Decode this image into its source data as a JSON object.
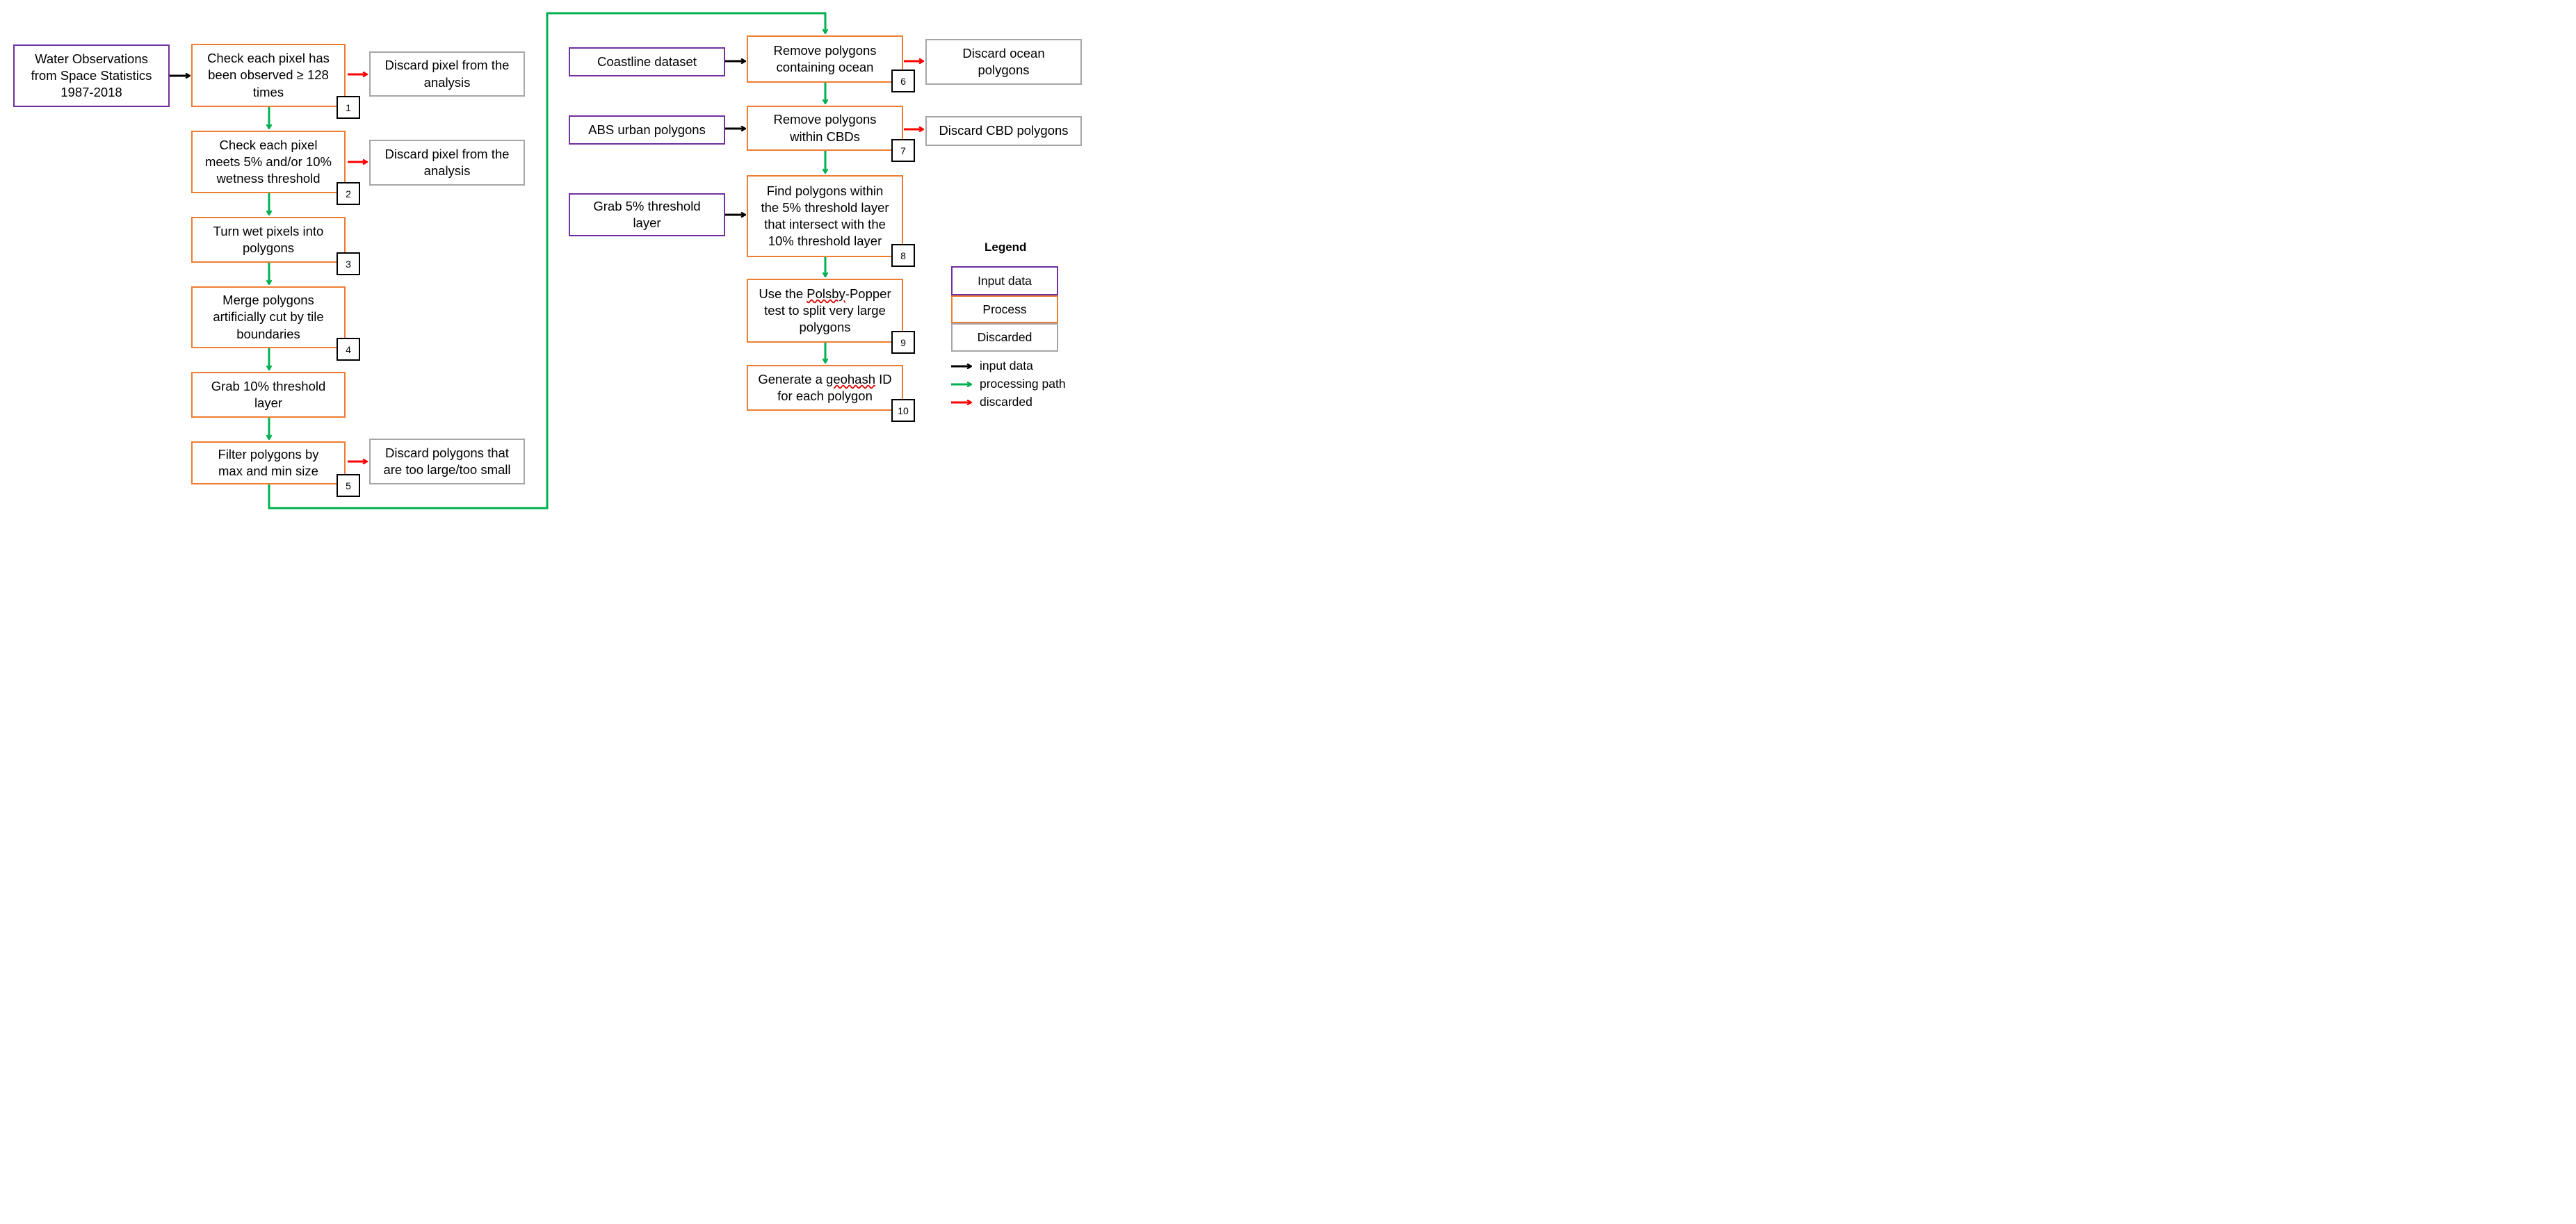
{
  "inputs": {
    "wofs": "Water Observations\nfrom Space Statistics\n1987-2018",
    "coastline": "Coastline dataset",
    "abs": "ABS urban polygons",
    "grab5": "Grab 5% threshold\nlayer"
  },
  "steps": [
    {
      "text": "Check each pixel has\nbeen observed ≥ 128\ntimes",
      "number": "1"
    },
    {
      "text": "Check each pixel\nmeets 5% and/or 10%\nwetness threshold",
      "number": "2"
    },
    {
      "text": "Turn wet pixels into\npolygons",
      "number": "3"
    },
    {
      "text": "Merge polygons\nartificially cut by tile\nboundaries",
      "number": "4"
    },
    {
      "text": "Grab 10% threshold\nlayer",
      "number": ""
    },
    {
      "text": "Filter polygons by\nmax and min size",
      "number": "5"
    },
    {
      "text": "Remove polygons\ncontaining ocean",
      "number": "6"
    },
    {
      "text": "Remove polygons\nwithin CBDs",
      "number": "7"
    },
    {
      "text": "Find polygons within\nthe 5% threshold layer\nthat intersect with the\n10% threshold layer",
      "number": "8"
    },
    {
      "text_before": "Use the ",
      "text_flagged": "Polsby",
      "text_after": "-Popper\ntest to split very large\npolygons",
      "number": "9"
    },
    {
      "text_before": "Generate a ",
      "text_flagged": "geohash",
      "text_after": " ID\nfor each polygon",
      "number": "10"
    }
  ],
  "discards": {
    "d1": "Discard pixel from the\nanalysis",
    "d2": "Discard pixel from the\nanalysis",
    "d5": "Discard polygons that\nare too large/too small",
    "d6": "Discard ocean\npolygons",
    "d7": "Discard CBD polygons"
  },
  "legend": {
    "title": "Legend",
    "input_data": "Input data",
    "process": "Process",
    "discarded": "Discarded",
    "arrow_input": "input data",
    "arrow_processing": "processing path",
    "arrow_discarded": "discarded"
  },
  "colors": {
    "input_border": "#7030a0",
    "process_border": "#ed7d31",
    "discard_border": "#a6a6a6",
    "arrow_input": "#000000",
    "arrow_processing": "#00b050",
    "arrow_discarded": "#ff0000"
  }
}
